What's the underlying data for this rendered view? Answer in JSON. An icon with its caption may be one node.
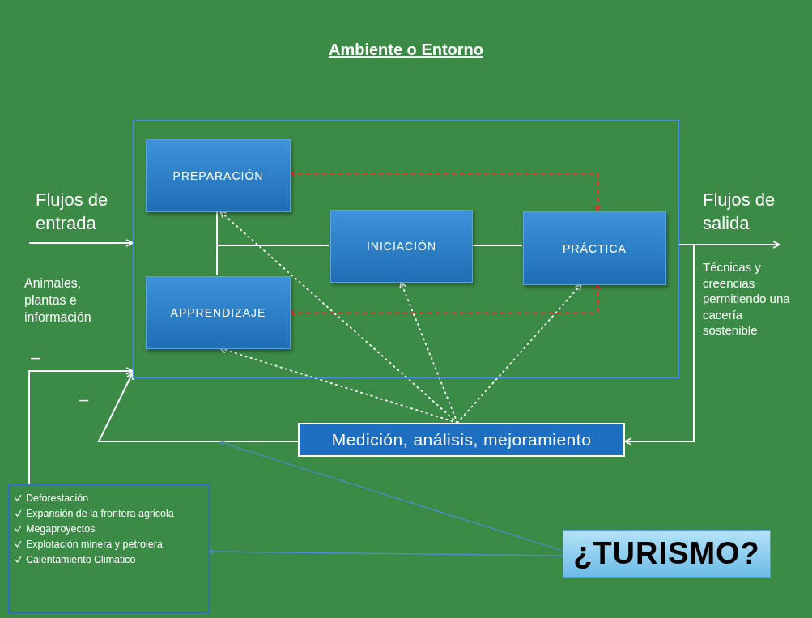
{
  "diagram": {
    "title": "Ambiente o Entorno",
    "nodes": [
      {
        "text": [],
        "shape": "box"
      },
      {
        "text": [
          "PREPARACIÓN"
        ],
        "in": 0
      },
      {
        "text": [
          "APPRENDIZAJE"
        ],
        "in": 0
      },
      {
        "text": [
          "INICIACIÓN"
        ],
        "in": 0
      },
      {
        "text": [
          "PRÁCTICA"
        ],
        "in": 0
      },
      {
        "text": [
          "Medición, análisis, mejoramiento"
        ]
      },
      {
        "text": [
          "Deforestación",
          "Expansión de la frontera agricola",
          "Megaproyectos",
          "Explotación minera y petrolera",
          "Calentamiento Climatico"
        ]
      },
      {
        "text": [
          "¿TURISMO?"
        ]
      }
    ],
    "edges": [
      {
        "from": null,
        "to": 0,
        "arrow": "to"
      },
      {
        "from": 0,
        "to": null,
        "arrow": "to"
      },
      {
        "from": 2,
        "to": 1,
        "arrow": "none"
      },
      {
        "from": 3,
        "to": 1,
        "arrow": "none"
      },
      {
        "from": 3,
        "to": 4,
        "arrow": "none"
      },
      {
        "from": 1,
        "to": 4,
        "arrow": "both",
        "style": "dashed",
        "color": "#ff2020"
      },
      {
        "from": 2,
        "to": 4,
        "arrow": "both",
        "style": "dashed",
        "color": "#ff2020"
      },
      {
        "from": 5,
        "to": 1,
        "arrow": "to",
        "style": "dashed"
      },
      {
        "from": 5,
        "to": 2,
        "arrow": "to",
        "style": "dashed"
      },
      {
        "from": 5,
        "to": 3,
        "arrow": "to",
        "style": "dashed"
      },
      {
        "from": 5,
        "to": 4,
        "arrow": "to",
        "style": "dashed"
      },
      {
        "from": 0,
        "to": 5,
        "arrow": "to"
      },
      {
        "from": 5,
        "to": 0,
        "arrow": "to"
      },
      {
        "from": 6,
        "to": 0,
        "arrow": "to"
      },
      {
        "from": 7,
        "to": null,
        "arrow": "to",
        "color": "#4a8fd8"
      },
      {
        "from": 7,
        "to": 6,
        "arrow": "to",
        "color": "#4a8fd8"
      }
    ],
    "labels": [
      "Flujos de entrada",
      "Animales, plantas e información",
      "Flujos de salida",
      "Técnicas y creencias permitiendo una cacería sostenible",
      "–",
      "–"
    ]
  }
}
